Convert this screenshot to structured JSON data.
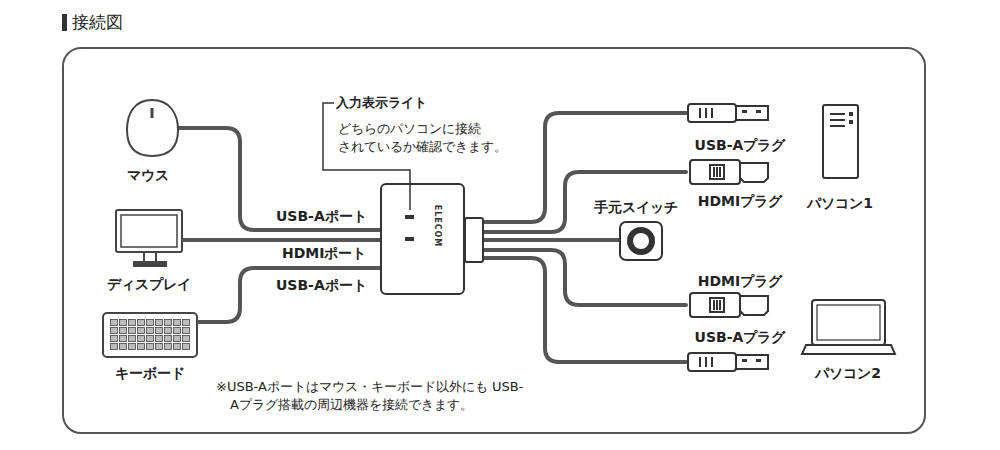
{
  "diagram": {
    "title": "接続図",
    "nodes": [
      {
        "text": [
          "マウス"
        ]
      },
      {
        "text": [
          "ディスプレイ"
        ]
      },
      {
        "text": [
          "キーボード"
        ]
      },
      {
        "text": [
          "ELECOM"
        ]
      },
      {
        "text": [
          "USB-Aプラグ"
        ]
      },
      {
        "text": [
          "HDMIプラグ"
        ]
      },
      {
        "text": [
          "手元スイッチ"
        ]
      },
      {
        "text": [
          "HDMIプラグ"
        ]
      },
      {
        "text": [
          "USB-Aプラグ"
        ]
      },
      {
        "text": [
          "パソコン1"
        ]
      },
      {
        "text": [
          "パソコン2"
        ]
      }
    ],
    "edges": [
      {
        "from": 0,
        "to": 3,
        "label": "USB-Aポート",
        "arrow": "none"
      },
      {
        "from": 1,
        "to": 3,
        "label": "HDMIポート",
        "arrow": "none"
      },
      {
        "from": 2,
        "to": 3,
        "label": "USB-Aポート",
        "arrow": "none"
      },
      {
        "from": 3,
        "to": 4,
        "arrow": "none"
      },
      {
        "from": 3,
        "to": 5,
        "arrow": "none"
      },
      {
        "from": 3,
        "to": 6,
        "arrow": "none"
      },
      {
        "from": 3,
        "to": 7,
        "arrow": "none"
      },
      {
        "from": 3,
        "to": 8,
        "arrow": "none"
      }
    ],
    "labels": [
      "入力表示ライト",
      "どちらのパソコンに接続 されているか確認できます。",
      "※USB-Aポートはマウス・キーボード以外にも USB-Aプラグ搭載の周辺機器を接続できます。"
    ]
  }
}
